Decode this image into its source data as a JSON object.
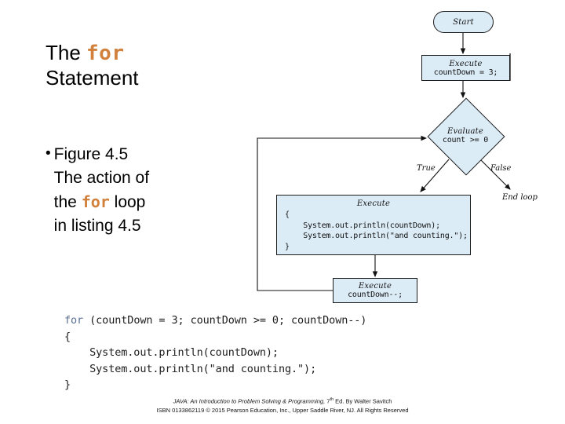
{
  "slide": {
    "title": {
      "line1_prefix": "The ",
      "line1_keyword": "for",
      "line2": "Statement"
    },
    "bullet": {
      "marker": "•",
      "line1": "Figure 4.5",
      "line2": "The action of",
      "line3_prefix": "the ",
      "line3_keyword": "for",
      "line3_suffix": " loop",
      "line4": "in listing 4.5"
    }
  },
  "flowchart": {
    "nodes": {
      "start": {
        "label": "Start"
      },
      "init": {
        "label": "Execute",
        "code": "countDown = 3;"
      },
      "decision": {
        "label": "Evaluate",
        "code": "count >= 0"
      },
      "body": {
        "label": "Execute",
        "code_lines": [
          "{",
          "    System.out.println(countDown);",
          "    System.out.println(\"and counting.\");",
          "}"
        ]
      },
      "update": {
        "label": "Execute",
        "code": "countDown--;"
      }
    },
    "edge_labels": {
      "true": "True",
      "false": "False",
      "end_loop": "End loop"
    },
    "colors": {
      "node_fill": "#dcecf7",
      "node_stroke": "#1b1b1b"
    }
  },
  "code_listing": {
    "keyword": "for",
    "line1_rest": " (countDown = 3; countDown >= 0; countDown--)",
    "line2": "{",
    "line3": "    System.out.println(countDown);",
    "line4": "    System.out.println(\"and counting.\");",
    "line5": "}",
    "keyword_color": "#5a6f91"
  },
  "footer": {
    "line1_italic": "JAVA: An Introduction to Problem Solving & Programming,",
    "line1_sup": "th",
    "line1_num": " 7",
    "line1_tail": " Ed. By Walter Savitch",
    "line2": "ISBN 0133862119 © 2015 Pearson Education, Inc., Upper Saddle River, NJ. All Rights Reserved"
  }
}
